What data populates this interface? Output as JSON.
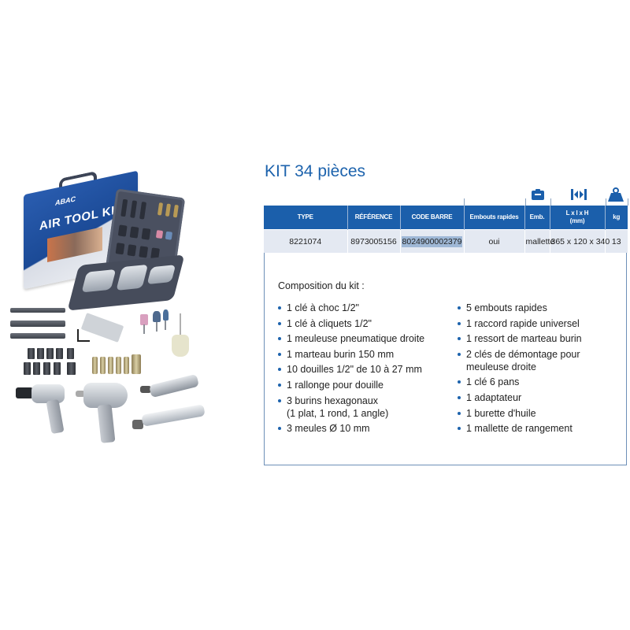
{
  "product": {
    "image_alt": "ABAC Air Tool Kit contents",
    "box_brand": "ABAC",
    "box_title": "AIR TOOL KIT"
  },
  "title": "KIT 34 pièces",
  "table": {
    "header_icons": [
      {
        "column": "Emb.",
        "icon": "case-icon"
      },
      {
        "column": "L x l x H (mm)",
        "icon": "dimensions-icon"
      },
      {
        "column": "kg",
        "icon": "weight-icon"
      }
    ],
    "columns": [
      "TYPE",
      "RÉFÉRENCE",
      "CODE BARRE",
      "Embouts rapides",
      "Emb.",
      "L x l x H",
      "(mm)",
      "kg"
    ],
    "rows": [
      {
        "type": "8221074",
        "reference": "8973005156",
        "code_barre": "8024900002379",
        "embouts_rapides": "oui",
        "emb": "mallette",
        "dimensions": "365 x 120 x 340",
        "kg": "13"
      }
    ]
  },
  "composition": {
    "title": "Composition du kit :",
    "left": [
      "1 clé à choc 1/2\"",
      "1 clé à cliquets 1/2\"",
      "1 meuleuse pneumatique droite",
      "1 marteau burin 150 mm",
      "10 douilles 1/2\" de 10 à 27 mm",
      "1 rallonge pour douille",
      "3 burins hexagonaux\n(1 plat, 1 rond, 1 angle)",
      "3 meules Ø 10 mm"
    ],
    "right": [
      "5 embouts rapides",
      "1 raccord rapide universel",
      "1 ressort de marteau burin",
      "2 clés de démontage pour\nmeuleuse droite",
      "1 clé 6 pans",
      "1 adaptateur",
      "1 burette d'huile",
      "1 mallette de rangement"
    ]
  },
  "colors": {
    "brand_blue": "#1d63ad",
    "header_bg": "#1b5fab",
    "row_bg": "#e4e9f2",
    "highlight": "#9fb8d6",
    "border": "#6d8fb8"
  }
}
